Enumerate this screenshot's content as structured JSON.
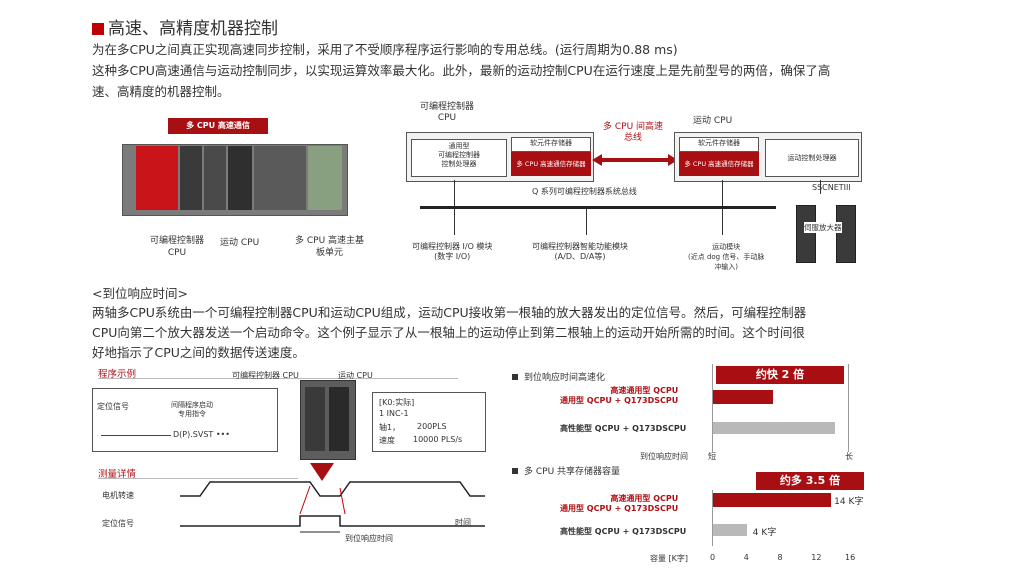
{
  "heading": "高速、高精度机器控制",
  "intro": {
    "line1": "为在多CPU之间真正实现高速同步控制，采用了不受顺序程序运行影响的专用总线。(运行周期为0.88 ms)",
    "line2": "这种多CPU高速通信与运动控制同步，以实现运算效率最大化。此外，最新的运动控制CPU在运行速度上是先前型号的两倍，确保了高",
    "line3": "速、高精度的机器控制。"
  },
  "hardware": {
    "badge": "多 CPU 高速通信",
    "label_plc": "可编程控制器\nCPU",
    "label_motion": "运动 CPU",
    "label_base": "多 CPU 高速主基\n板单元"
  },
  "system_diagram": {
    "plc_title": "可编程控制器\nCPU",
    "plc_inner": "通用型\n可编程控制器\n控制处理器",
    "plc_soft": "软元件存储器",
    "plc_mem": "多 CPU 高速通信存储器",
    "bus_label": "多 CPU 间高速\n总线",
    "motion_title": "运动 CPU",
    "motion_soft": "软元件存储器",
    "motion_mem": "多 CPU 高速通信存储器",
    "motion_proc": "运动控制处理器",
    "q_bus": "Q 系列可编程控制器系统总线",
    "sscnet": "SSCNETIII",
    "servo": "伺服放大器",
    "io_module": "可编程控制器 I/O 模块\n(数字 I/O)",
    "intel_module": "可编程控制器智能功能模块\n(A/D、D/A等)",
    "motion_module": "运动模块\n(近点 dog 信号、手动脉\n冲输入)"
  },
  "response": {
    "title": "<到位响应时间>",
    "line1": "两轴多CPU系统由一个可编程控制器CPU和运动CPU组成，运动CPU接收第一根轴的放大器发出的定位信号。然后，可编程控制器",
    "line2": "CPU向第二个放大器发送一个启动命令。这个例子显示了从一根轴上的运动停止到第二根轴上的运动开始所需的时间。这个时间很",
    "line3": "好地指示了CPU之间的数据传送速度。"
  },
  "program": {
    "title": "程序示例",
    "plc_label": "可编程控制器 CPU",
    "motion_label": "运动 CPU",
    "pos_signal": "定位信号",
    "instr_label": "间隔程序启动\n专用指令",
    "instr": "D(P).SVST •••",
    "k_title": "[K0:实际]",
    "k_inc": "1 INC-1",
    "k_axis": "轴1，",
    "k_pls": "200PLS",
    "k_speed_label": "速度",
    "k_speed": "10000 PLS/s",
    "measure_title": "测量详情",
    "motor_speed": "电机转速",
    "pos_signal2": "定位信号",
    "time": "时间",
    "resp_time": "到位响应时间"
  },
  "chart_data": [
    {
      "type": "bar",
      "title": "到位响应时间高速化",
      "categories": [
        "高速通用型 QCPU\n通用型 QCPU + Q173DSCPU",
        "高性能型 QCPU + Q173DSCPU"
      ],
      "annotation": "约快 2 倍",
      "xlabel": "到位响应时间",
      "x_short": "短",
      "x_long": "长",
      "values_relative": [
        0.5,
        1.0
      ],
      "colors": [
        "#a70f12",
        "#b9b9b9"
      ]
    },
    {
      "type": "bar",
      "title": "多 CPU 共享存储器容量",
      "categories": [
        "高速通用型 QCPU\n通用型 QCPU + Q173DSCPU",
        "高性能型 QCPU + Q173DSCPU"
      ],
      "values": [
        14,
        4
      ],
      "value_labels": [
        "14 K字",
        "4 K字"
      ],
      "annotation": "约多 3.5 倍",
      "xlabel": "容量 [K字]",
      "ticks": [
        "0",
        "4",
        "8",
        "12",
        "16"
      ],
      "xlim": [
        0,
        16
      ],
      "colors": [
        "#a70f12",
        "#b9b9b9"
      ]
    }
  ]
}
